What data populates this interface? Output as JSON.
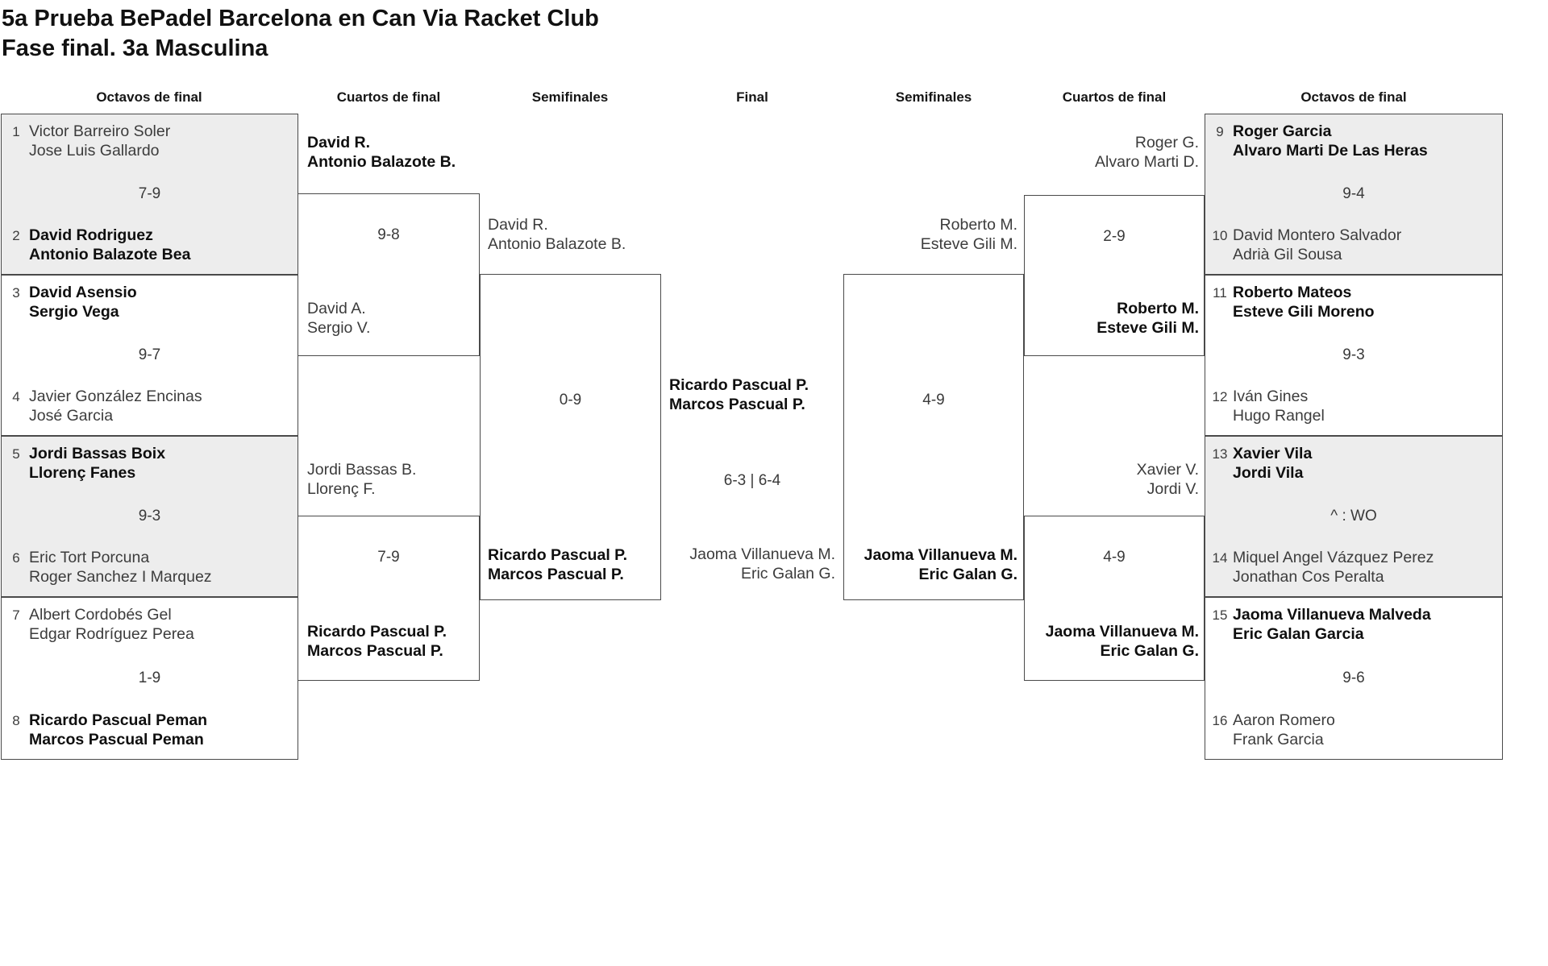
{
  "title": {
    "line1": "5a Prueba BePadel Barcelona en Can Via Racket Club",
    "line2": "Fase final. 3a Masculina"
  },
  "headers": [
    "Octavos de final",
    "Cuartos de final",
    "Semifinales",
    "Final",
    "Semifinales",
    "Cuartos de final",
    "Octavos de final"
  ],
  "colors": {
    "highlight_box_bg": "#ededed",
    "box_border": "#4a4a4a",
    "winner_text": "#0f0f0f",
    "normal_text": "#3c3c3c"
  },
  "round16_left": [
    {
      "score": "7-9",
      "top": {
        "seed": "1",
        "players": [
          "Victor Barreiro Soler",
          "Jose Luis Gallardo"
        ],
        "winner": false
      },
      "bottom": {
        "seed": "2",
        "players": [
          "David Rodriguez",
          "Antonio Balazote Bea"
        ],
        "winner": true
      }
    },
    {
      "score": "9-7",
      "top": {
        "seed": "3",
        "players": [
          "David Asensio",
          "Sergio Vega"
        ],
        "winner": true
      },
      "bottom": {
        "seed": "4",
        "players": [
          "Javier González Encinas",
          "José Garcia"
        ],
        "winner": false
      }
    },
    {
      "score": "9-3",
      "top": {
        "seed": "5",
        "players": [
          "Jordi Bassas Boix",
          "Llorenç Fanes"
        ],
        "winner": true
      },
      "bottom": {
        "seed": "6",
        "players": [
          "Eric Tort Porcuna",
          "Roger Sanchez I Marquez"
        ],
        "winner": false
      }
    },
    {
      "score": "1-9",
      "top": {
        "seed": "7",
        "players": [
          "Albert Cordobés Gel",
          "Edgar Rodríguez Perea"
        ],
        "winner": false
      },
      "bottom": {
        "seed": "8",
        "players": [
          "Ricardo Pascual Peman",
          "Marcos Pascual Peman"
        ],
        "winner": true
      }
    }
  ],
  "round16_right": [
    {
      "score": "9-4",
      "top": {
        "seed": "9",
        "players": [
          "Roger Garcia",
          "Alvaro Marti De Las Heras"
        ],
        "winner": true
      },
      "bottom": {
        "seed": "10",
        "players": [
          "David Montero Salvador",
          "Adrià Gil Sousa"
        ],
        "winner": false
      }
    },
    {
      "score": "9-3",
      "top": {
        "seed": "11",
        "players": [
          "Roberto Mateos",
          "Esteve Gili Moreno"
        ],
        "winner": true
      },
      "bottom": {
        "seed": "12",
        "players": [
          "Iván Gines",
          "Hugo Rangel"
        ],
        "winner": false
      }
    },
    {
      "score": "^ : WO",
      "top": {
        "seed": "13",
        "players": [
          "Xavier Vila",
          "Jordi Vila"
        ],
        "winner": true
      },
      "bottom": {
        "seed": "14",
        "players": [
          "Miquel Angel Vázquez Perez",
          "Jonathan Cos Peralta"
        ],
        "winner": false
      }
    },
    {
      "score": "9-6",
      "top": {
        "seed": "15",
        "players": [
          "Jaoma Villanueva Malveda",
          "Eric Galan Garcia"
        ],
        "winner": true
      },
      "bottom": {
        "seed": "16",
        "players": [
          "Aaron Romero",
          "Frank Garcia"
        ],
        "winner": false
      }
    }
  ],
  "quarters_left": [
    {
      "score": "9-8",
      "top": {
        "players": [
          "David R.",
          "Antonio Balazote B."
        ],
        "winner": true
      },
      "bottom": {
        "players": [
          "David A.",
          "Sergio V."
        ],
        "winner": false
      }
    },
    {
      "score": "7-9",
      "top": {
        "players": [
          "Jordi Bassas B.",
          "Llorenç F."
        ],
        "winner": false
      },
      "bottom": {
        "players": [
          "Ricardo Pascual P.",
          "Marcos Pascual P."
        ],
        "winner": true
      }
    }
  ],
  "quarters_right": [
    {
      "score": "2-9",
      "top": {
        "players": [
          "Roger G.",
          "Alvaro Marti D."
        ],
        "winner": false
      },
      "bottom": {
        "players": [
          "Roberto M.",
          "Esteve Gili M."
        ],
        "winner": true
      }
    },
    {
      "score": "4-9",
      "top": {
        "players": [
          "Xavier V.",
          "Jordi V."
        ],
        "winner": false
      },
      "bottom": {
        "players": [
          "Jaoma Villanueva M.",
          "Eric Galan G."
        ],
        "winner": true
      }
    }
  ],
  "semifinal_left": {
    "score": "0-9",
    "top": {
      "players": [
        "David R.",
        "Antonio Balazote B."
      ],
      "winner": false
    },
    "bottom": {
      "players": [
        "Ricardo Pascual P.",
        "Marcos Pascual P."
      ],
      "winner": true
    }
  },
  "semifinal_right": {
    "score": "4-9",
    "top": {
      "players": [
        "Roberto M.",
        "Esteve Gili M."
      ],
      "winner": false
    },
    "bottom": {
      "players": [
        "Jaoma Villanueva M.",
        "Eric Galan G."
      ],
      "winner": true
    }
  },
  "final": {
    "score": "6-3 | 6-4",
    "top": {
      "players": [
        "Ricardo Pascual P.",
        "Marcos Pascual P."
      ],
      "winner": true
    },
    "bottom": {
      "players": [
        "Jaoma Villanueva M.",
        "Eric Galan G."
      ],
      "winner": false
    }
  }
}
